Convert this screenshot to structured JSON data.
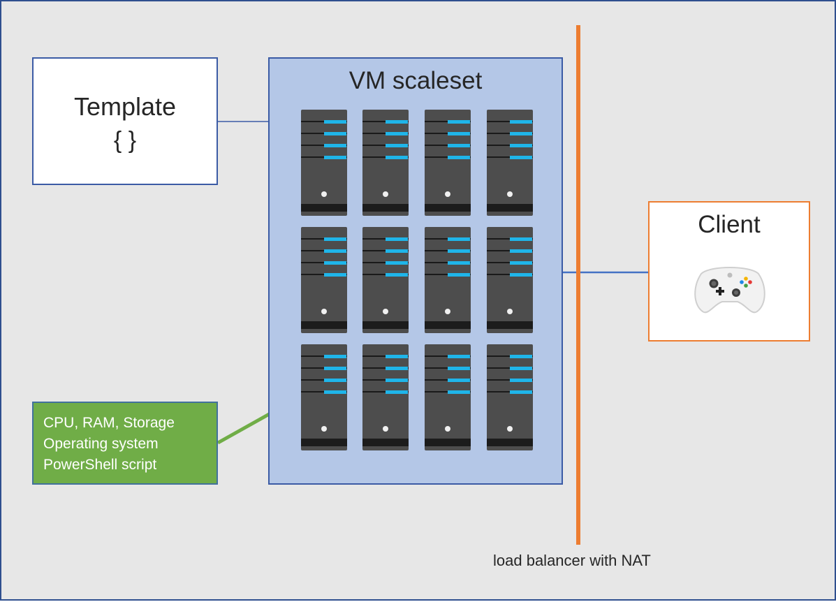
{
  "template": {
    "title": "Template",
    "symbol": "{ }"
  },
  "scaleset": {
    "title": "VM scaleset",
    "server_count": 12
  },
  "client": {
    "title": "Client",
    "icon": "game-controller-icon"
  },
  "specs": {
    "lines": [
      "CPU, RAM, Storage",
      "Operating system",
      "PowerShell script"
    ]
  },
  "load_balancer": {
    "label": "load balancer with NAT"
  },
  "colors": {
    "background": "#e7e7e7",
    "scaleset_fill": "#b4c7e7",
    "border_blue": "#3b5ba5",
    "specs_green": "#70ad47",
    "load_balancer_orange": "#ed7d31",
    "server_body": "#4d4d4d",
    "server_led": "#1fb5e9"
  }
}
